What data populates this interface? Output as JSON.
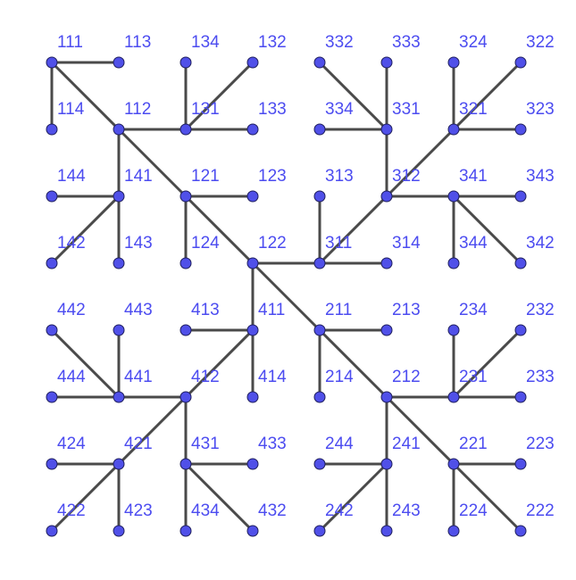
{
  "colors": {
    "edge": "#4a4a4a",
    "node_fill": "#5050e8",
    "label": "#4c4cf0",
    "background": "#ffffff"
  },
  "nodes": [
    "111",
    "113",
    "134",
    "132",
    "332",
    "333",
    "324",
    "322",
    "114",
    "112",
    "131",
    "133",
    "334",
    "331",
    "321",
    "323",
    "144",
    "141",
    "121",
    "123",
    "313",
    "312",
    "341",
    "343",
    "142",
    "143",
    "124",
    "122",
    "311",
    "314",
    "344",
    "342",
    "442",
    "443",
    "413",
    "411",
    "211",
    "213",
    "234",
    "232",
    "444",
    "441",
    "412",
    "414",
    "214",
    "212",
    "231",
    "233",
    "424",
    "421",
    "431",
    "433",
    "244",
    "241",
    "221",
    "223",
    "422",
    "423",
    "434",
    "432",
    "242",
    "243",
    "224",
    "222"
  ],
  "edges": [
    [
      "111",
      "113"
    ],
    [
      "111",
      "114"
    ],
    [
      "111",
      "112"
    ],
    [
      "112",
      "131"
    ],
    [
      "134",
      "131"
    ],
    [
      "132",
      "131"
    ],
    [
      "131",
      "133"
    ],
    [
      "112",
      "141"
    ],
    [
      "144",
      "141"
    ],
    [
      "142",
      "141"
    ],
    [
      "143",
      "141"
    ],
    [
      "112",
      "121"
    ],
    [
      "121",
      "123"
    ],
    [
      "121",
      "124"
    ],
    [
      "121",
      "122"
    ],
    [
      "332",
      "331"
    ],
    [
      "333",
      "331"
    ],
    [
      "334",
      "331"
    ],
    [
      "331",
      "312"
    ],
    [
      "324",
      "321"
    ],
    [
      "322",
      "321"
    ],
    [
      "321",
      "323"
    ],
    [
      "321",
      "312"
    ],
    [
      "313",
      "311"
    ],
    [
      "312",
      "341"
    ],
    [
      "341",
      "343"
    ],
    [
      "341",
      "344"
    ],
    [
      "341",
      "342"
    ],
    [
      "312",
      "311"
    ],
    [
      "122",
      "311"
    ],
    [
      "311",
      "314"
    ],
    [
      "122",
      "411"
    ],
    [
      "413",
      "411"
    ],
    [
      "411",
      "414"
    ],
    [
      "411",
      "412"
    ],
    [
      "442",
      "441"
    ],
    [
      "443",
      "441"
    ],
    [
      "444",
      "441"
    ],
    [
      "441",
      "412"
    ],
    [
      "412",
      "421"
    ],
    [
      "424",
      "421"
    ],
    [
      "422",
      "421"
    ],
    [
      "423",
      "421"
    ],
    [
      "412",
      "431"
    ],
    [
      "431",
      "433"
    ],
    [
      "431",
      "434"
    ],
    [
      "431",
      "432"
    ],
    [
      "122",
      "211"
    ],
    [
      "211",
      "213"
    ],
    [
      "211",
      "214"
    ],
    [
      "211",
      "212"
    ],
    [
      "234",
      "231"
    ],
    [
      "232",
      "231"
    ],
    [
      "212",
      "231"
    ],
    [
      "231",
      "233"
    ],
    [
      "244",
      "241"
    ],
    [
      "212",
      "241"
    ],
    [
      "242",
      "241"
    ],
    [
      "241",
      "243"
    ],
    [
      "212",
      "221"
    ],
    [
      "221",
      "223"
    ],
    [
      "221",
      "224"
    ],
    [
      "221",
      "222"
    ]
  ]
}
